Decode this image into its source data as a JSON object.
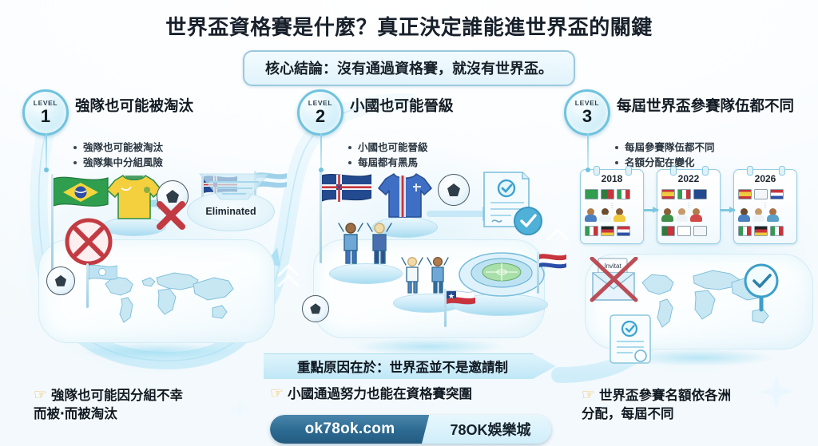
{
  "header": {
    "title": "世界盃資格賽是什麼？真正決定誰能進世界盃的關鍵",
    "subtitle": "核心結論：沒有通過資格賽，就沒有世界盃。"
  },
  "levels": [
    {
      "badge_label": "LEVEL",
      "badge_number": "1",
      "title": "強隊也可能被淘汰",
      "bullets": [
        "強隊也可能被淘汰",
        "強隊集中分組風險"
      ],
      "art_label": "Eliminated",
      "icons": [
        "brazil-flag",
        "yellow-jersey",
        "soccer-ball",
        "red-x-circle",
        "red-x-mark",
        "iceland-flag",
        "argentina-flag",
        "world-map",
        "blue-arrow"
      ]
    },
    {
      "badge_label": "LEVEL",
      "badge_number": "2",
      "title": "小國也可能晉級",
      "bullets": [
        "小國也可能晉級",
        "每屆都有黑馬"
      ],
      "icons": [
        "iceland-flag",
        "blue-jersey",
        "soccer-ball",
        "celebrating-players",
        "stadium",
        "certificate-check",
        "chile-flag",
        "netherlands-flag"
      ]
    },
    {
      "badge_label": "LEVEL",
      "badge_number": "3",
      "title": "每屆世界盃參賽隊伍都不同",
      "bullets": [
        "每屆參賽隊伍都不同",
        "名額分配在變化"
      ],
      "icons": [
        "calendar-card",
        "invitation-envelope-crossed",
        "world-map",
        "magnifier-check",
        "certificate-check"
      ]
    }
  ],
  "year_cards": [
    {
      "year": "2018",
      "top_flags": [
        "brazil",
        "portugal",
        "italy"
      ],
      "bottom_flags": [
        "mexico",
        "germany",
        "netherlands"
      ]
    },
    {
      "year": "2022",
      "top_flags": [
        "spain",
        "italy",
        "iceland"
      ],
      "bottom_flags": [
        "portugal",
        "japan",
        "england"
      ]
    },
    {
      "year": "2026",
      "top_flags": [
        "spain",
        "england",
        "netherlands"
      ],
      "bottom_flags": [
        "mexico",
        "germany",
        "mexico"
      ]
    }
  ],
  "envelope_label": "Invitat",
  "callouts": {
    "left": "強隊也可能因分組不幸\n而被‧而被淘汰",
    "left_line1": "強隊也可能因分組不幸",
    "left_line2": "而被‧而被淘汰",
    "middle_banner": "重點原因在於：世界盃並不是邀請制",
    "middle": "小國通過努力也能在資格賽突圍",
    "right_line1": "世界盃參賽名額依各洲",
    "right_line2": "分配，每屆不同",
    "hand_icon": "☞"
  },
  "footer": {
    "domain": "ok78ok.com",
    "brand": "78OK娛樂城"
  },
  "colors": {
    "accent_cyan": "#6fc3de",
    "deep_blue": "#2d6a92",
    "panel_light": "#e2f3fb",
    "text_dark": "#131c24",
    "red_x": "#c33b42",
    "jersey_yellow": "#f4d03f",
    "jersey_blue": "#3f6fc4"
  }
}
